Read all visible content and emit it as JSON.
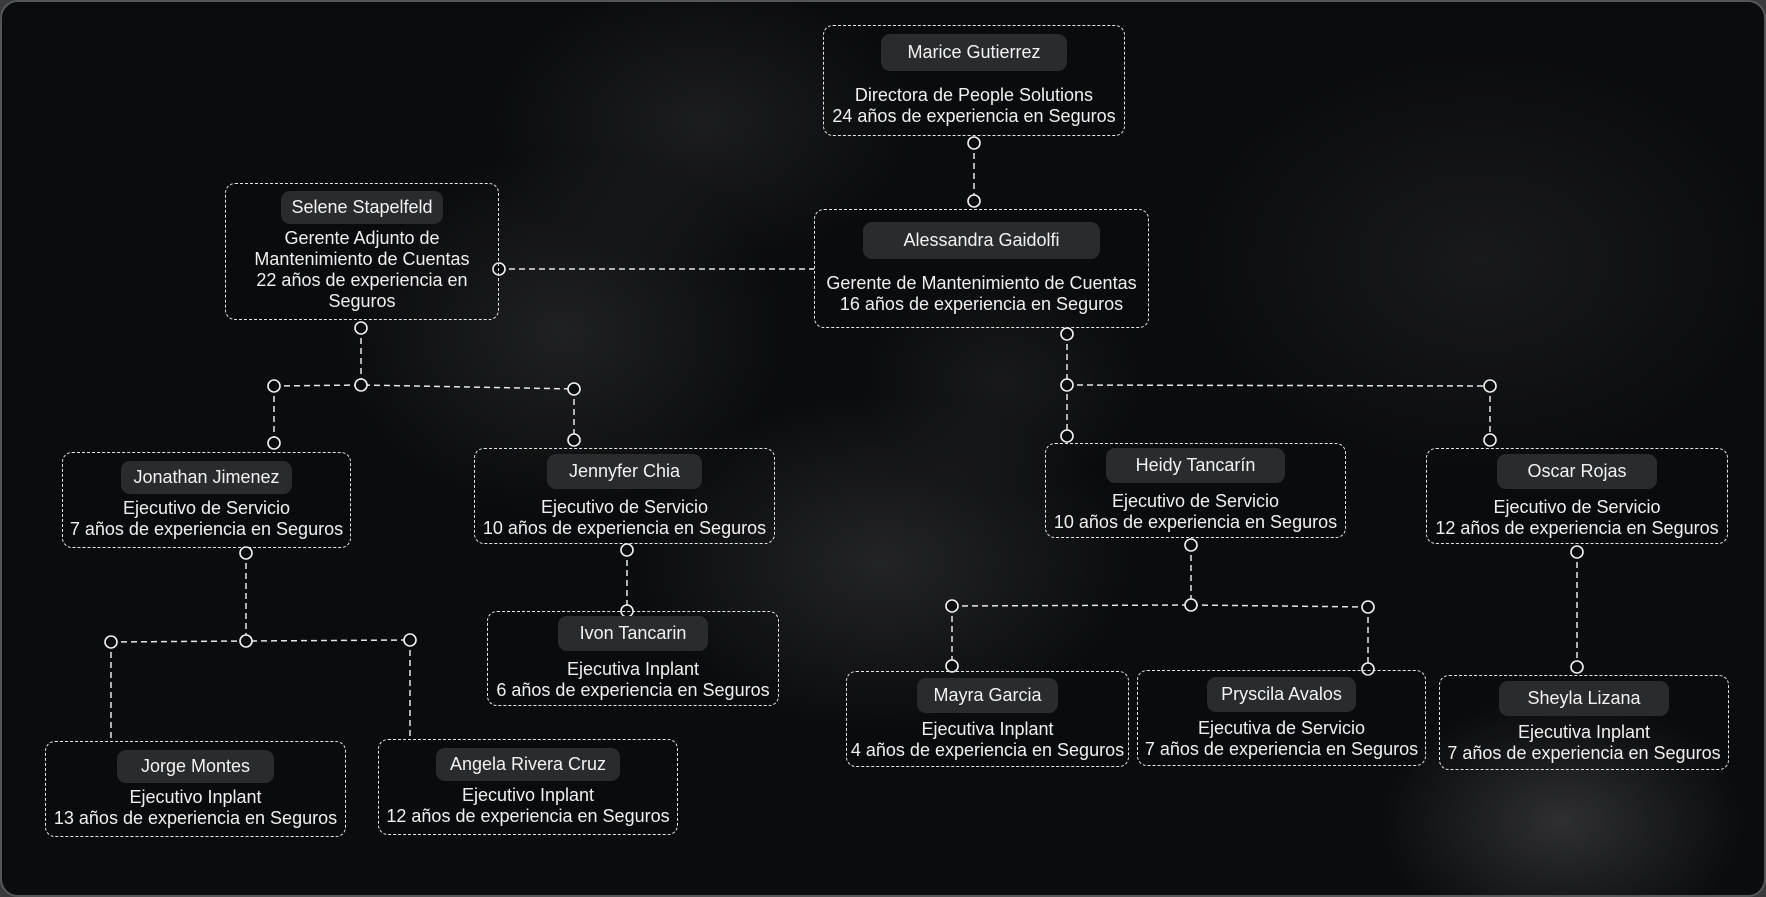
{
  "chart_title": "",
  "colors": {
    "background": "#0b0c0e",
    "frame_border": "#55565a",
    "node_border": "#e6e6e6",
    "name_pill": "#2a2b2d",
    "text": "#f0f0f0",
    "connector": "#e6e6e6"
  },
  "nodes": [
    {
      "id": "marice",
      "name": "Marice Gutierrez",
      "role": "Directora de People Solutions",
      "experience": "24 años de experiencia en Seguros",
      "parent": null
    },
    {
      "id": "alessandra",
      "name": "Alessandra Gaidolfi",
      "role": "Gerente de Mantenimiento de Cuentas",
      "experience": "16 años de experiencia en Seguros",
      "parent": "marice"
    },
    {
      "id": "selene",
      "name": "Selene Stapelfeld",
      "role": "Gerente Adjunto de Mantenimiento de Cuentas",
      "experience": "22 años de experiencia en Seguros",
      "parent": "alessandra"
    },
    {
      "id": "jonathan",
      "name": "Jonathan Jimenez",
      "role": "Ejecutivo de Servicio",
      "experience": "7 años de experiencia en Seguros",
      "parent": "selene"
    },
    {
      "id": "jennyfer",
      "name": "Jennyfer Chia",
      "role": "Ejecutivo de Servicio",
      "experience": "10 años de experiencia en Seguros",
      "parent": "selene"
    },
    {
      "id": "ivon",
      "name": "Ivon Tancarin",
      "role": "Ejecutiva Inplant",
      "experience": "6 años de experiencia en Seguros",
      "parent": "jennyfer"
    },
    {
      "id": "jorge",
      "name": "Jorge Montes",
      "role": "Ejecutivo Inplant",
      "experience": "13 años de experiencia en Seguros",
      "parent": "jonathan"
    },
    {
      "id": "angela",
      "name": "Angela Rivera Cruz",
      "role": "Ejecutivo Inplant",
      "experience": "12 años de experiencia en Seguros",
      "parent": "jonathan"
    },
    {
      "id": "heidy",
      "name": "Heidy Tancarín",
      "role": "Ejecutivo de Servicio",
      "experience": "10 años de experiencia en Seguros",
      "parent": "alessandra"
    },
    {
      "id": "oscar",
      "name": "Oscar Rojas",
      "role": "Ejecutivo de Servicio",
      "experience": "12 años de experiencia en Seguros",
      "parent": "alessandra"
    },
    {
      "id": "mayra",
      "name": "Mayra Garcia",
      "role": "Ejecutiva Inplant",
      "experience": "4 años de experiencia en Seguros",
      "parent": "heidy"
    },
    {
      "id": "pryscila",
      "name": "Pryscila Avalos",
      "role": "Ejecutiva de Servicio",
      "experience": "7 años de experiencia en Seguros",
      "parent": "heidy"
    },
    {
      "id": "sheyla",
      "name": "Sheyla Lizana",
      "role": "Ejecutiva Inplant",
      "experience": "7 años de experiencia en Seguros",
      "parent": "oscar"
    }
  ]
}
